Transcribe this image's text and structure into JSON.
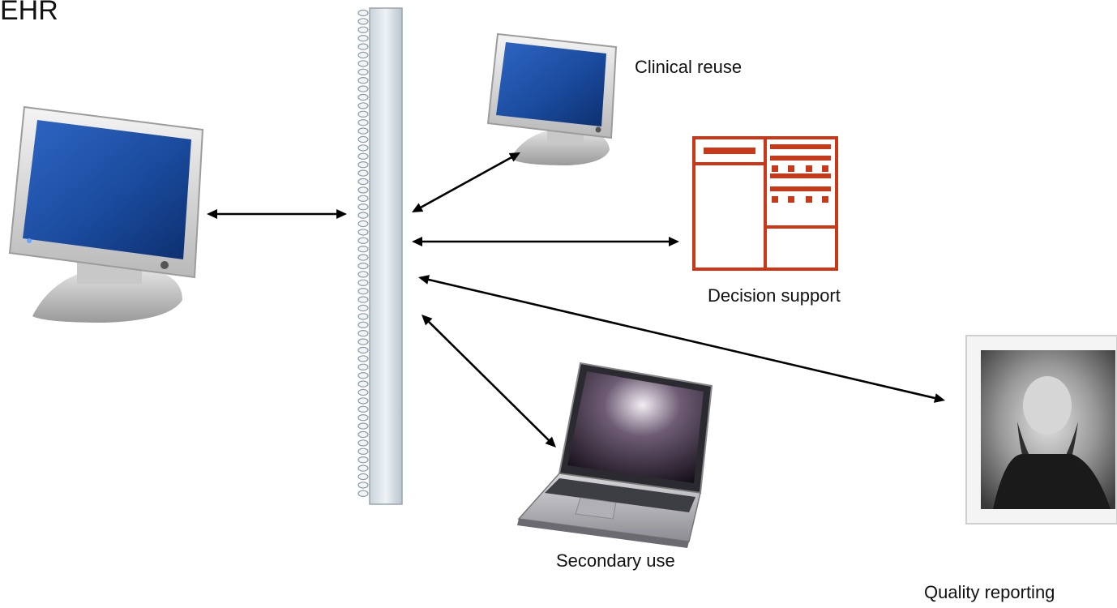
{
  "title": "EHR",
  "nodes": {
    "clinical_reuse": {
      "label": "Clinical reuse",
      "icon": "monitor-icon"
    },
    "decision_support": {
      "label": "Decision support",
      "icon": "decision-support-form-icon",
      "color": "#C8391A"
    },
    "secondary_use": {
      "label": "Secondary use",
      "icon": "laptop-icon"
    },
    "quality_reporting": {
      "label": "Quality reporting",
      "icon": "portrait-photo"
    },
    "ehr": {
      "icon": "desktop-monitor-icon"
    },
    "bus": {
      "icon": "spiral-binder-bus"
    }
  },
  "colors": {
    "screen_blue": "#1E4FA0",
    "arrow": "#000000",
    "form_red": "#C8391A"
  }
}
